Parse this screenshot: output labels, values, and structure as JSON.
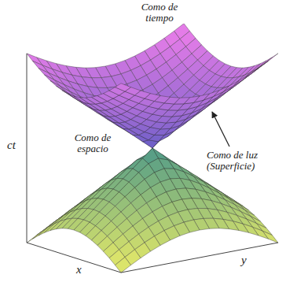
{
  "diagram": {
    "labels": [
      "Como de tiempo",
      "ct",
      "Como de espacio",
      "Como de luz (Superficie)",
      "x",
      "y"
    ]
  }
}
